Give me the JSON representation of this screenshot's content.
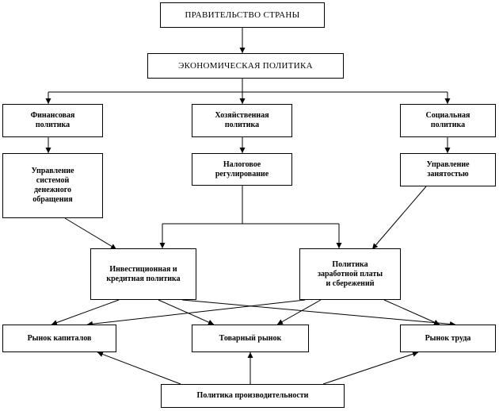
{
  "diagram": {
    "nodes": {
      "government": "ПРАВИТЕЛЬСТВО  СТРАНЫ",
      "economic_policy": "ЭКОНОМИЧЕСКАЯ  ПОЛИТИКА",
      "financial_policy": "Финансовая\nполитика",
      "economic_management_policy": "Хозяйственная\nполитика",
      "social_policy": "Социальная\nполитика",
      "monetary_management": "Управление\nсистемой\nденежного\nобращения",
      "tax_regulation": "Налоговое\nрегулирование",
      "employment_management": "Управление\nзанятостью",
      "investment_credit_policy": "Инвестиционная и\nкредитная политика",
      "wage_savings_policy": "Политика\nзаработной платы\nи сбережений",
      "capital_market": "Рынок капиталов",
      "goods_market": "Товарный рынок",
      "labor_market": "Рынок труда",
      "productivity_policy": "Политика  производительности"
    }
  }
}
